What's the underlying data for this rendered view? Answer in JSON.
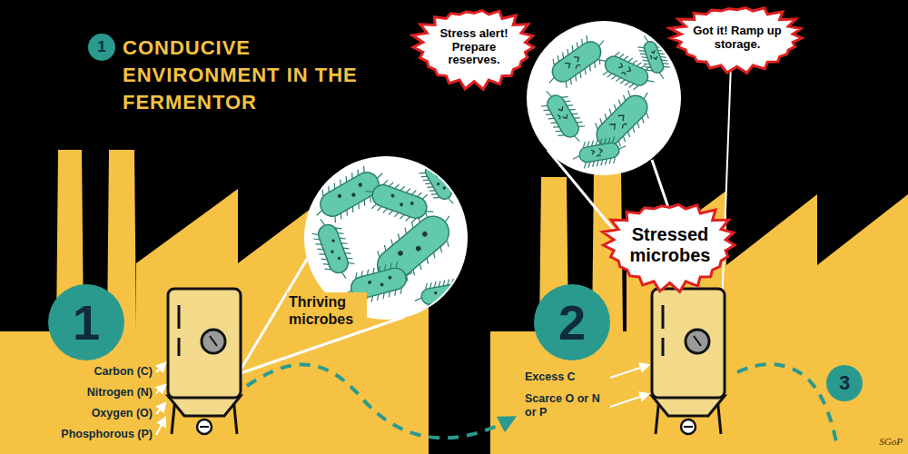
{
  "diagram": {
    "title": "CONDUCIVE ENVIRONMENT IN THE FERMENTOR",
    "nodes": [
      {
        "text": [
          "1"
        ]
      },
      {
        "text": [
          "Stress alert! Prepare reserves."
        ]
      },
      {
        "text": [
          "Got it! Ramp up storage."
        ]
      },
      {
        "text": [
          "1"
        ]
      },
      {
        "text": [
          "Stressed microbes"
        ]
      },
      {
        "text": [
          "2"
        ]
      },
      {
        "text": [
          "3"
        ]
      }
    ],
    "labels": [
      "Carbon (C)",
      "Nitrogen (N)",
      "Oxygen (O)",
      "Phosphorous (P)",
      "Thriving microbes",
      "Excess C",
      "Scarce O or N or P",
      "SGoP"
    ]
  }
}
